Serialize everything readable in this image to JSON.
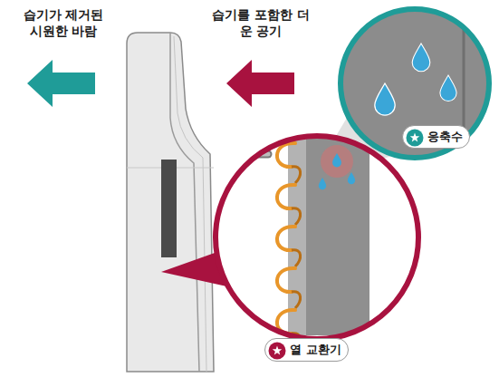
{
  "diagram": {
    "nodes": [
      {
        "text": [
          "응축수"
        ]
      },
      {
        "text": [
          "열 교환기"
        ]
      }
    ],
    "labels": [
      "습기가 제거된 시원한 바람",
      "습기를 포함한 더운 공기"
    ]
  }
}
